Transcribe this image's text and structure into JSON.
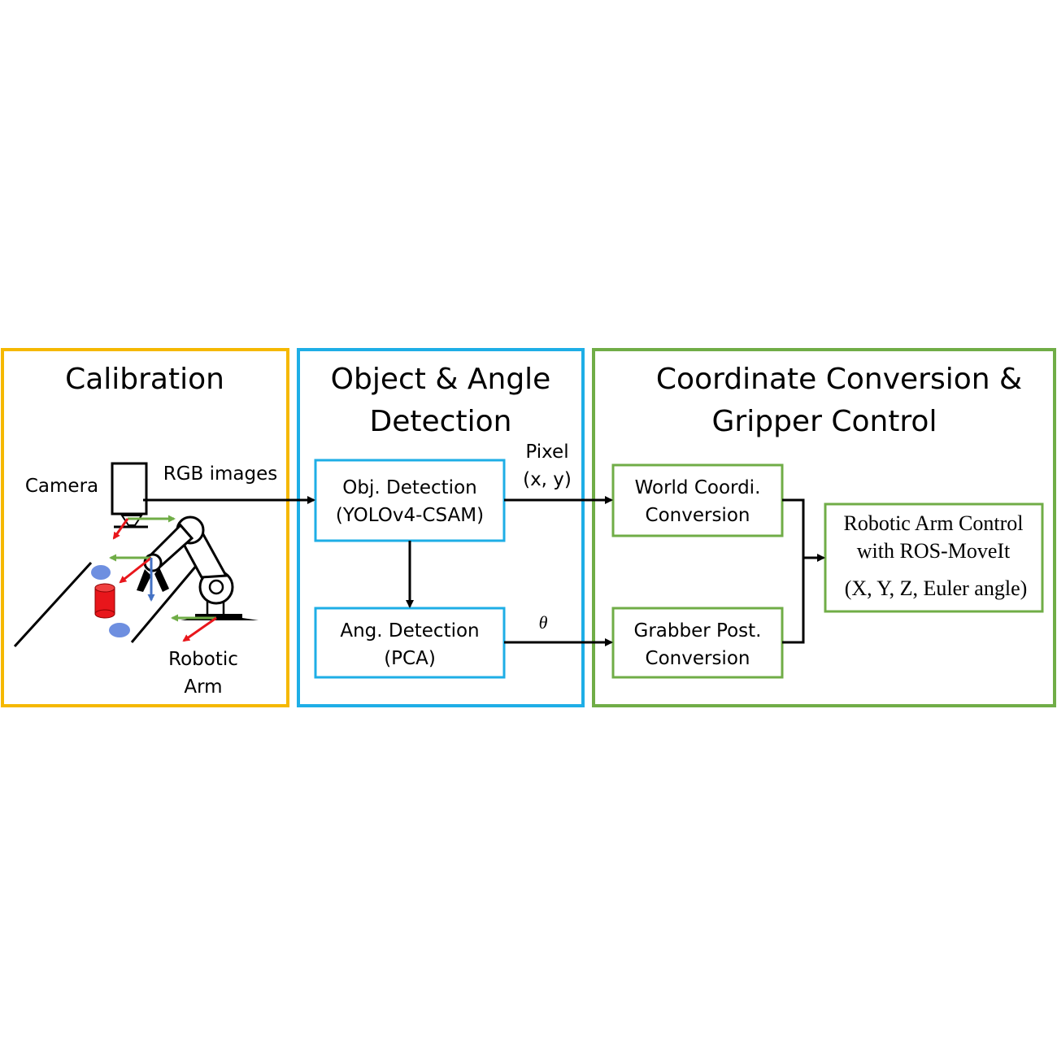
{
  "panels": {
    "calibration": {
      "title": "Calibration",
      "camera_label": "Camera",
      "rgb_label": "RGB images",
      "robotic_arm_label_1": "Robotic",
      "robotic_arm_label_2": "Arm",
      "color": "#F5B800"
    },
    "detection": {
      "title_1": "Object & Angle",
      "title_2": "Detection",
      "obj_box_1": "Obj. Detection",
      "obj_box_2": "(YOLOv4-CSAM)",
      "ang_box_1": "Ang. Detection",
      "ang_box_2": "(PCA)",
      "pixel_label_1": "Pixel",
      "pixel_label_2": "(x, y)",
      "theta_label": "θ",
      "color": "#1EAEE6"
    },
    "conversion": {
      "title_1": "Coordinate Conversion &",
      "title_2": "Gripper Control",
      "world_box_1": "World Coordi.",
      "world_box_2": "Conversion",
      "grabber_box_1": "Grabber Post.",
      "grabber_box_2": "Conversion",
      "control_box_1": "Robotic Arm Control",
      "control_box_2": "with ROS-MoveIt",
      "control_box_3": "(X, Y, Z, Euler angle)",
      "color": "#70AD47"
    }
  },
  "illustration_colors": {
    "arrow_green": "#70AD47",
    "arrow_red": "#E8161B",
    "arrow_blue": "#4472C4",
    "disc_blue": "#6E8FE0",
    "cylinder_red": "#E8161B"
  }
}
